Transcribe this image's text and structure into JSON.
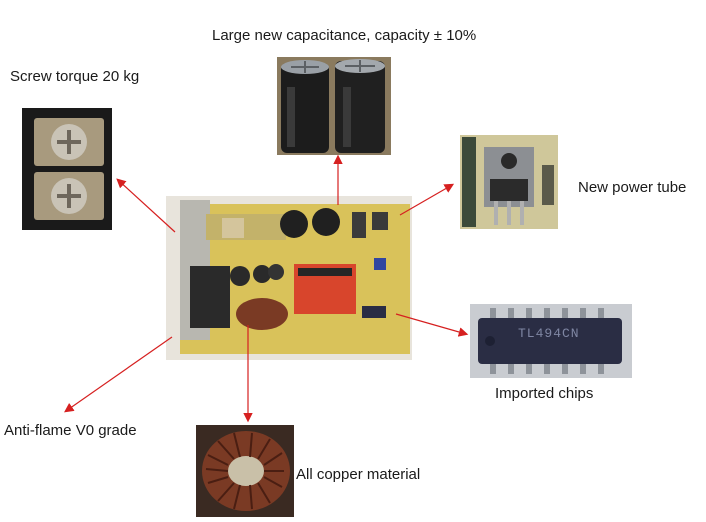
{
  "labels": {
    "capacitance": "Large new capacitance, capacity ± 10%",
    "screw": "Screw torque 20 kg",
    "power_tube": "New power tube",
    "chips": "Imported chips",
    "flame": "Anti-flame V0 grade",
    "copper": "All copper material"
  },
  "chip_marking": "TL494CN",
  "colors": {
    "arrow": "#d62020",
    "pcb": "#d9c25a",
    "transformer": "#d8452c",
    "copper_coil": "#7a3a24"
  }
}
